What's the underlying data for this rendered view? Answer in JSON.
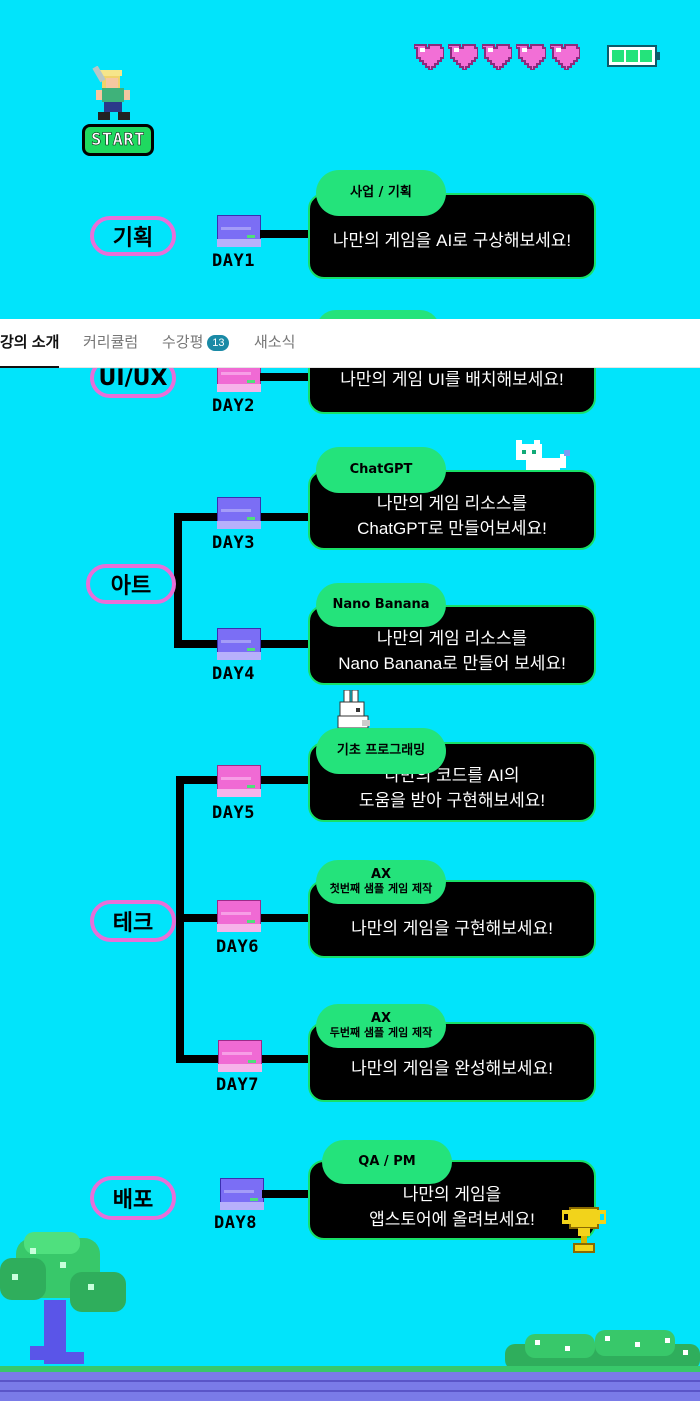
{
  "status": {
    "hearts": 5,
    "battery_level": 1.0
  },
  "start_label": "START",
  "tabs": [
    {
      "label": "강의 소개",
      "active": true
    },
    {
      "label": "커리큘럼",
      "active": false
    },
    {
      "label": "수강평",
      "active": false,
      "badge": "13"
    },
    {
      "label": "새소식",
      "active": false
    }
  ],
  "categories": {
    "planning": "기획",
    "uiux": "UI/UX",
    "art": "아트",
    "tech": "테크",
    "deploy": "배포"
  },
  "days": {
    "d1": {
      "label": "DAY1",
      "tag": "사업 / 기획",
      "text1": "나만의 게임을 AI로 구상해보세요!"
    },
    "d2": {
      "label": "DAY2",
      "text1": "나만의 게임 UI를 배치해보세요!"
    },
    "d3": {
      "label": "DAY3",
      "tag": "ChatGPT",
      "text1": "나만의 게임 리소스를",
      "text2": "ChatGPT로 만들어보세요!"
    },
    "d4": {
      "label": "DAY4",
      "tag": "Nano Banana",
      "text1": "나만의 게임 리소스를",
      "text2": "Nano Banana로 만들어 보세요!"
    },
    "d5": {
      "label": "DAY5",
      "tag": "기초 프로그래밍",
      "text1": "나만의 코드를 AI의",
      "text2": "도움을 받아 구현해보세요!"
    },
    "d6": {
      "label": "DAY6",
      "tag1": "AX",
      "tag2": "첫번째 샘플 게임 제작",
      "text1": "나만의 게임을 구현해보세요!"
    },
    "d7": {
      "label": "DAY7",
      "tag1": "AX",
      "tag2": "두번째 샘플 게임 제작",
      "text1": "나만의 게임을 완성해보세요!"
    },
    "d8": {
      "label": "DAY8",
      "tag": "QA / PM",
      "text1": "나만의 게임을",
      "text2": "앱스토어에 올려보세요!"
    }
  },
  "colors": {
    "background": "#01E4FB",
    "accent_green": "#24e37b",
    "pill_border": "#e86fd8",
    "heart": "#f26fd6"
  }
}
